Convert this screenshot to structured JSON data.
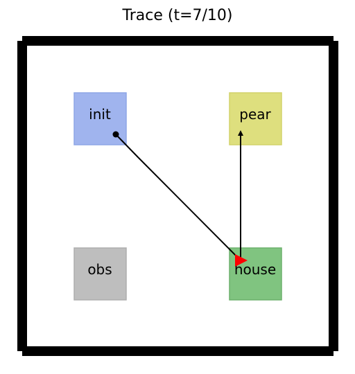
{
  "title": "Trace (t=7/10)",
  "regions": [
    {
      "id": "init",
      "label": "init",
      "fill": "#a0b4ee",
      "stroke": "#8ea6e6"
    },
    {
      "id": "pear",
      "label": "pear",
      "fill": "#dedf7e",
      "stroke": "#d2d26a"
    },
    {
      "id": "obs",
      "label": "obs",
      "fill": "#bebebe",
      "stroke": "#aeaeae"
    },
    {
      "id": "house",
      "label": "house",
      "fill": "#80c480",
      "stroke": "#6cb06c"
    }
  ],
  "trace": {
    "start_marker_color": "#000000",
    "agent_marker_color": "#ff0000",
    "line_color": "#000000"
  },
  "wall_color": "#000000"
}
